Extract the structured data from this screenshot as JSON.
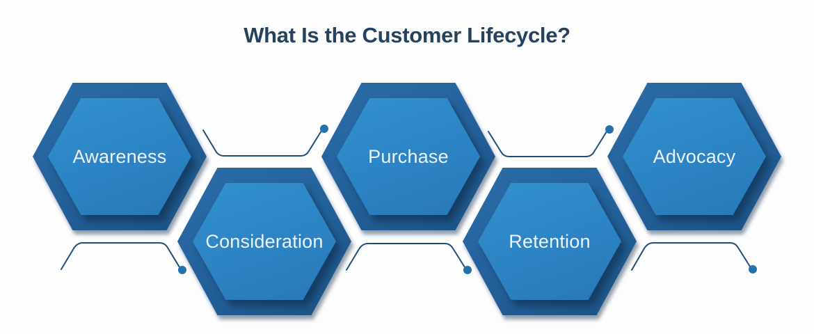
{
  "title": "What Is the Customer Lifecycle?",
  "stages": [
    {
      "label": "Awareness",
      "row": "top",
      "order": 1
    },
    {
      "label": "Consideration",
      "row": "bottom",
      "order": 2
    },
    {
      "label": "Purchase",
      "row": "top",
      "order": 3
    },
    {
      "label": "Retention",
      "row": "bottom",
      "order": 4
    },
    {
      "label": "Advocacy",
      "row": "top",
      "order": 5
    }
  ],
  "colors": {
    "background": "#fdfdfe",
    "title_text": "#25425f",
    "hex_outer_light": "#2b6da8",
    "hex_outer_dark": "#1d5284",
    "hex_inner_light": "#3390ce",
    "hex_inner_dark": "#2878b6",
    "label_text": "#eef4fa",
    "connector_line": "#1e4d7b",
    "connector_dot": "#2372ad"
  }
}
